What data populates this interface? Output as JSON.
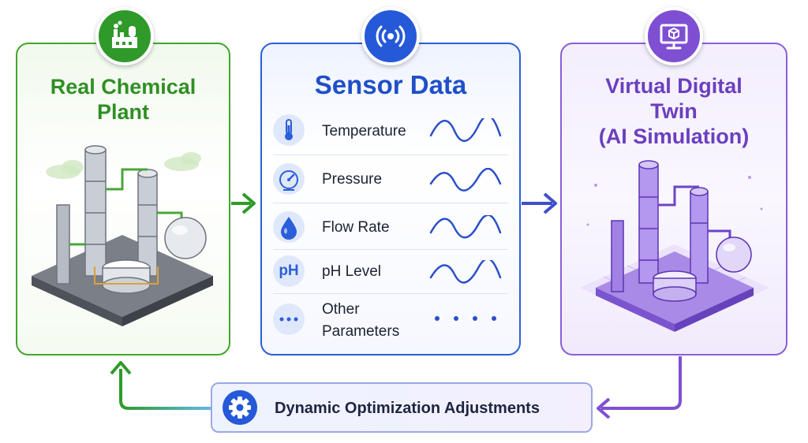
{
  "panels": {
    "plant": {
      "title_line1": "Real Chemical",
      "title_line2": "Plant",
      "icon": "factory-icon",
      "color": "#43a62b"
    },
    "sensor": {
      "title": "Sensor Data",
      "icon": "wireless-signal-icon",
      "color": "#2b5fd9",
      "rows": [
        {
          "icon": "thermometer-icon",
          "label": "Temperature"
        },
        {
          "icon": "pressure-gauge-icon",
          "label": "Pressure"
        },
        {
          "icon": "water-drop-icon",
          "label": "Flow Rate"
        },
        {
          "icon": "ph-icon",
          "icon_text": "pH",
          "label": "pH Level"
        },
        {
          "icon": "more-dots-icon",
          "label_line1": "Other",
          "label_line2": "Parameters"
        }
      ]
    },
    "twin": {
      "title_line1": "Virtual Digital",
      "title_line2": "Twin",
      "title_line3": "(AI Simulation)",
      "icon": "monitor-cube-icon",
      "color": "#8a5fd8"
    }
  },
  "feedback": {
    "label": "Dynamic Optimization Adjustments",
    "icon": "gear-icon"
  }
}
